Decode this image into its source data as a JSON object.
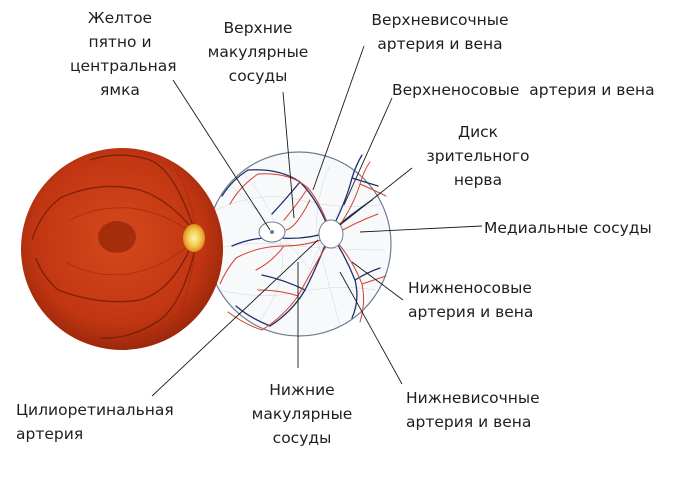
{
  "labels": {
    "macula": "Желтое\nпятно и\nцентральная\nямка",
    "upper_macular": "Верхние\nмакулярные\nсосуды",
    "upper_temporal": "Верхневисочные\nартерия и вена",
    "upper_nasal": "Верхненосовые  артерия и вена",
    "disc": "Диск\nзрительного\nнерва",
    "medial": "Медиальные сосуды",
    "lower_nasal": "Нижненосовые\nартерия и вена",
    "lower_temporal": "Нижневисочные\nартерия и вена",
    "lower_macular": "Нижние\nмакулярные\nсосуды",
    "cilioretinal": "Цилиоретинальная\nартерия"
  },
  "colors": {
    "fundus": "#c43a12",
    "fundus_dark": "#8f2208",
    "disc": "#f2c84a",
    "artery": "#d2402a",
    "vein": "#1f2f6e",
    "leader_line": "#1a1a1a",
    "outline": "#6f7f8f"
  }
}
